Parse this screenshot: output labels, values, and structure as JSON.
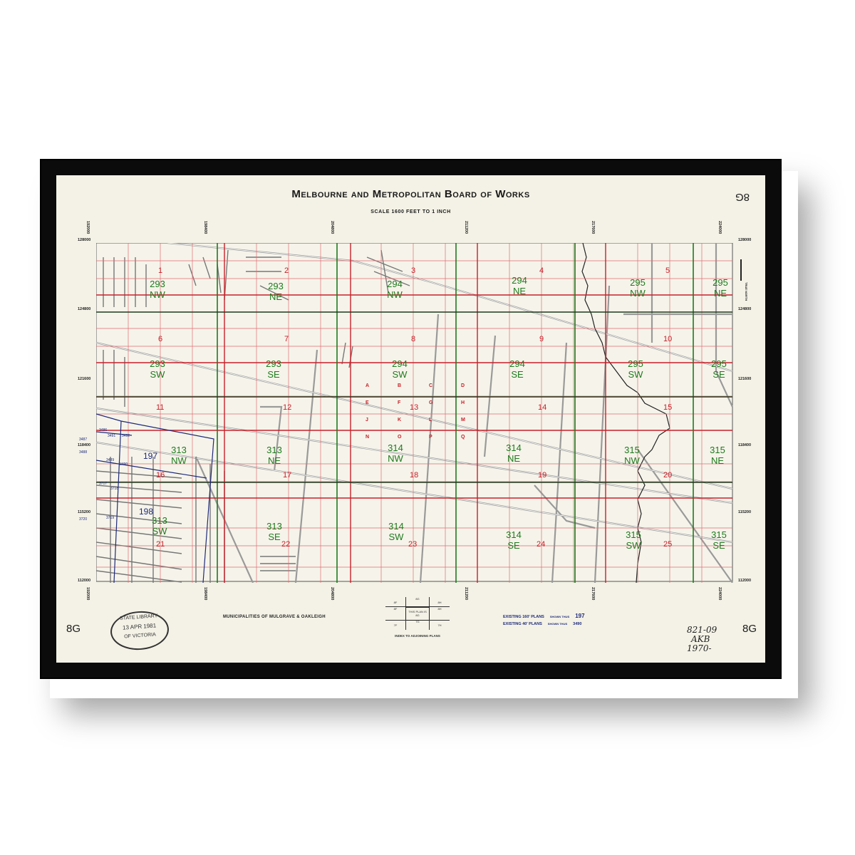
{
  "map": {
    "title": "Melbourne and Metropolitan Board of Works",
    "scale": "SCALE 1600 FEET TO 1 INCH",
    "sheet_id": "8G",
    "sheet_id_top": "8G",
    "municipalities": "MUNICIPALITIES OF MULGRAVE & OAKLEIGH",
    "north_label": "TRUE NORTH",
    "easting_ticks": [
      "192000",
      "198400",
      "204800",
      "211200",
      "217600",
      "224000"
    ],
    "northing_ticks": [
      "128000",
      "124800",
      "121600",
      "118400",
      "115200",
      "112000"
    ],
    "subdivision_numbers": [
      "1",
      "2",
      "3",
      "4",
      "5",
      "6",
      "7",
      "8",
      "9",
      "10",
      "11",
      "12",
      "13",
      "14",
      "15",
      "16",
      "17",
      "18",
      "19",
      "20",
      "21",
      "22",
      "23",
      "24",
      "25"
    ],
    "grid_letters": [
      "A",
      "B",
      "C",
      "D",
      "E",
      "F",
      "G",
      "H",
      "J",
      "K",
      "L",
      "M",
      "N",
      "O",
      "P",
      "Q"
    ],
    "plan_labels": [
      {
        "num": "293",
        "dir": "NW"
      },
      {
        "num": "293",
        "dir": "NE"
      },
      {
        "num": "294",
        "dir": "NW"
      },
      {
        "num": "294",
        "dir": "NE"
      },
      {
        "num": "295",
        "dir": "NW"
      },
      {
        "num": "295",
        "dir": "NE"
      },
      {
        "num": "293",
        "dir": "SW"
      },
      {
        "num": "293",
        "dir": "SE"
      },
      {
        "num": "294",
        "dir": "SW"
      },
      {
        "num": "294",
        "dir": "SE"
      },
      {
        "num": "295",
        "dir": "SW"
      },
      {
        "num": "295",
        "dir": "SE"
      },
      {
        "num": "313",
        "dir": "NW"
      },
      {
        "num": "313",
        "dir": "NE"
      },
      {
        "num": "314",
        "dir": "NW"
      },
      {
        "num": "314",
        "dir": "NE"
      },
      {
        "num": "315",
        "dir": "NW"
      },
      {
        "num": "315",
        "dir": "NE"
      },
      {
        "num": "313",
        "dir": "SW"
      },
      {
        "num": "313",
        "dir": "SE"
      },
      {
        "num": "314",
        "dir": "SW"
      },
      {
        "num": "314",
        "dir": "SE"
      },
      {
        "num": "315",
        "dir": "SW"
      },
      {
        "num": "315",
        "dir": "SE"
      }
    ],
    "plan_160": [
      "197",
      "198"
    ],
    "plan_40": [
      "3486",
      "3487",
      "3488",
      "3489",
      "3490",
      "3491",
      "3492",
      "3717",
      "3718",
      "3719",
      "3720"
    ]
  },
  "index": {
    "caption": "INDEX TO ADJOINING PLANS",
    "this_plan": "THIS PLAN IS",
    "cells": [
      "8F",
      "8G",
      "8H",
      "8F",
      "8G",
      "8H",
      "7F",
      "7G",
      "7H"
    ]
  },
  "legend": {
    "rows": [
      {
        "text": "EXISTING 160' PLANS",
        "shown": "SHOWN THUS",
        "sample": "197"
      },
      {
        "text": "EXISTING 40' PLANS",
        "shown": "SHOWN THUS",
        "sample": "3490"
      }
    ]
  },
  "stamp": {
    "line1": "STATE LIBRARY",
    "line2": "13 APR 1981",
    "line3": "OF VICTORIA"
  },
  "annotation": {
    "line1": "821-09",
    "line2": "AKB",
    "line3": "1970-"
  },
  "colors": {
    "frame": "#0b0b0b",
    "paper": "#f4f2e6",
    "grid_red": "#c8202a",
    "grid_green": "#1f7a1f",
    "grid_dark": "#1e3a1e",
    "plan_blue": "#1e2a7a",
    "road": "#9a9a9a"
  }
}
